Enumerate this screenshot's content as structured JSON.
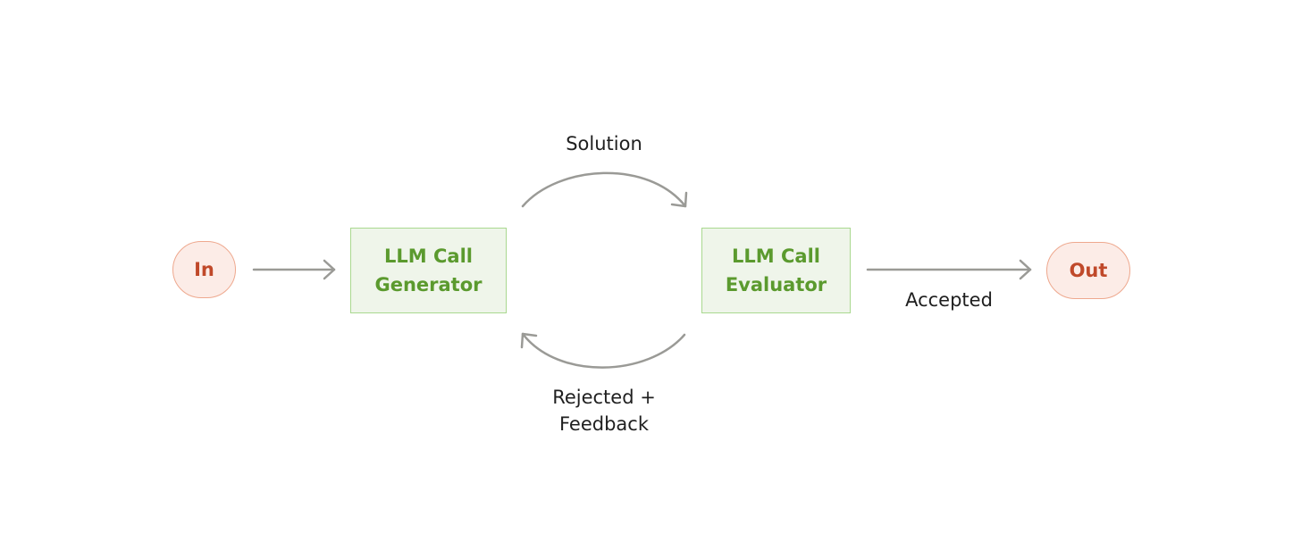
{
  "nodes": {
    "input": "In",
    "generator": {
      "line1": "LLM Call",
      "line2": "Generator"
    },
    "evaluator": {
      "line1": "LLM Call",
      "line2": "Evaluator"
    },
    "output": "Out"
  },
  "edges": {
    "solution": "Solution",
    "accepted": "Accepted",
    "rejected_line1": "Rejected +",
    "rejected_line2": "Feedback"
  },
  "colors": {
    "arrow": "#9a9a96",
    "io_fill": "#fcece7",
    "io_stroke": "#eea88e",
    "io_text": "#c0492a",
    "llm_fill": "#eff5ea",
    "llm_stroke": "#a9d88f",
    "llm_text": "#5b9a2e"
  }
}
